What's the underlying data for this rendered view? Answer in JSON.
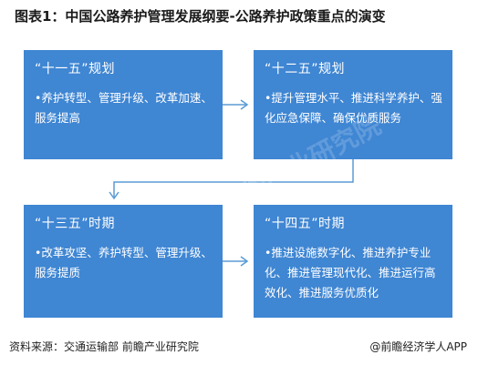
{
  "title": "图表1：中国公路养护管理发展纲要-公路养护政策重点的演变",
  "boxes": [
    {
      "head": "“十一五”规划",
      "body": "•养护转型、管理升级、改革加速、服务提高"
    },
    {
      "head": "“十二五”规划",
      "body": "•提升管理水平、推进科学养护、强化应急保障、确保优质服务"
    },
    {
      "head": "“十三五”时期",
      "body": "•改革攻坚、养护转型、管理升级、服务提质"
    },
    {
      "head": "“十四五”时期",
      "body": "•推进设施数字化、推进养护专业化、推进管理现代化、推进运行高效化、推进服务优质化"
    }
  ],
  "watermark": "前瞻产业研究院",
  "source": "资料来源：交通运输部 前瞻产业研究院",
  "credit": "@前瞻经济学人APP",
  "colors": {
    "box": "#3f86d3",
    "connector": "#5b9bd5"
  }
}
